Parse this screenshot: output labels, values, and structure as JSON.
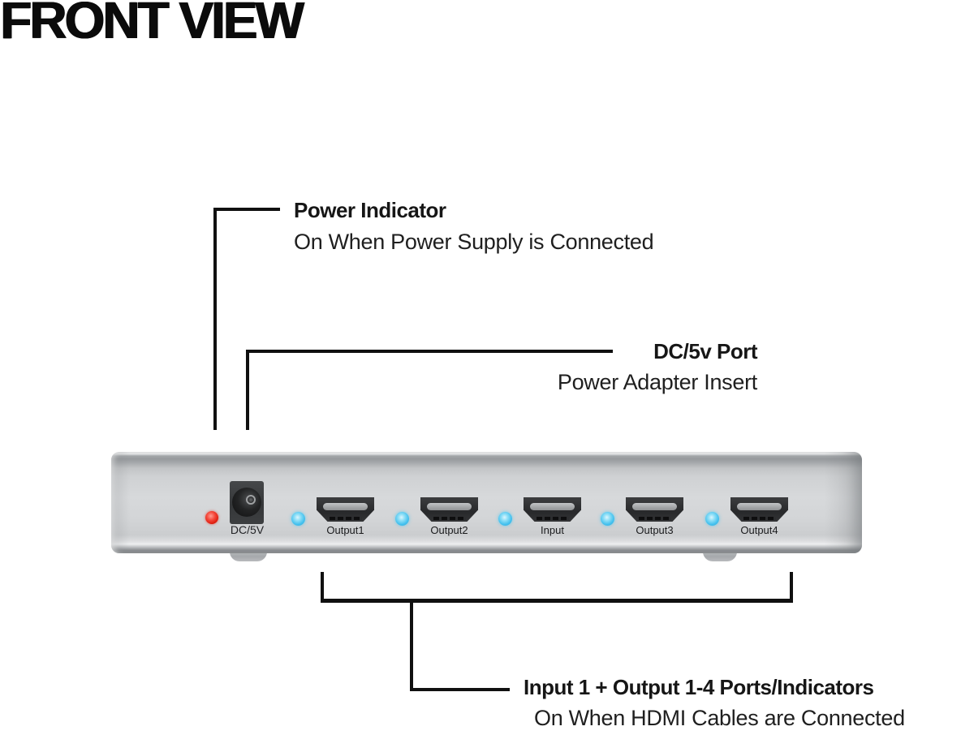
{
  "title": "FRONT VIEW",
  "callouts": {
    "power_indicator": {
      "title": "Power Indicator",
      "subtitle": "On When Power Supply is Connected"
    },
    "dc_port": {
      "title": "DC/5v Port",
      "subtitle": "Power Adapter Insert"
    },
    "ports": {
      "title": "Input 1 + Output 1-4 Ports/Indicators",
      "subtitle": "On When HDMI Cables are Connected"
    }
  },
  "device": {
    "dc_port_label": "DC/5V",
    "ports": [
      {
        "label": "Output1"
      },
      {
        "label": "Output2"
      },
      {
        "label": "Input"
      },
      {
        "label": "Output3"
      },
      {
        "label": "Output4"
      }
    ],
    "colors": {
      "power_led": "#e8281a",
      "port_led": "#45c1ee",
      "body": "#d2d4d6",
      "callout_line": "#101010"
    }
  }
}
